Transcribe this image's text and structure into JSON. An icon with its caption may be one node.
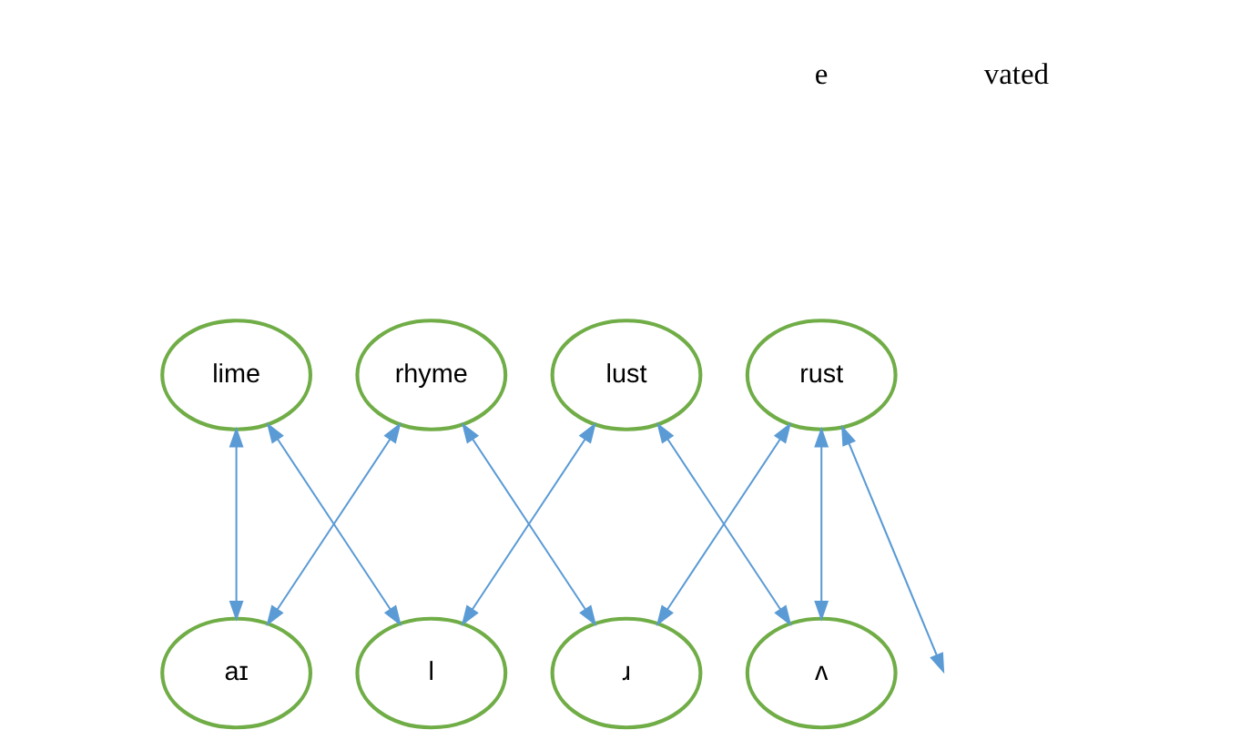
{
  "diagram": {
    "nodes": [
      {
        "text": [
          "rust"
        ]
      },
      {
        "text": [
          "lime"
        ]
      },
      {
        "text": [
          "lust"
        ]
      },
      {
        "text": [
          "rhyme"
        ]
      },
      {
        "text": [
          "l"
        ]
      },
      {
        "text": [
          "ɹ"
        ]
      },
      {
        "text": [
          "ʌ"
        ]
      },
      {
        "text": [
          "aɪ"
        ]
      }
    ],
    "edges": [
      {
        "from": 0,
        "to": 5,
        "arrow": "both"
      },
      {
        "from": 0,
        "to": 6,
        "arrow": "both"
      },
      {
        "from": 0,
        "to": null,
        "arrow": "both"
      },
      {
        "from": 1,
        "to": 4,
        "arrow": "both"
      },
      {
        "from": 2,
        "to": 4,
        "arrow": "both"
      },
      {
        "from": 2,
        "to": 6,
        "arrow": "both"
      },
      {
        "from": 3,
        "to": 5,
        "arrow": "both"
      },
      {
        "from": 3,
        "to": 7,
        "arrow": "both"
      },
      {
        "from": 1,
        "to": 7,
        "arrow": "both"
      }
    ],
    "labels": [
      "e",
      "vated"
    ]
  }
}
